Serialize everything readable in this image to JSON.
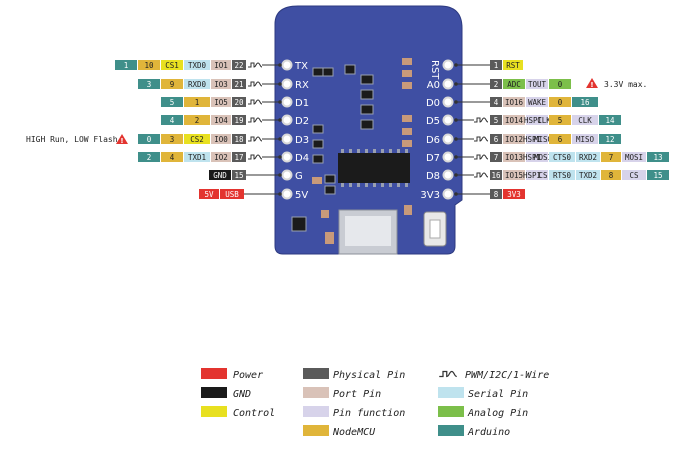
{
  "colors": {
    "power": "#e3342f",
    "gnd": "#1a1a1a",
    "control": "#e8e020",
    "physical_pin": "#5a5a5a",
    "port_pin": "#d9c2b8",
    "pin_function": "#d7d3ea",
    "nodemcu": "#e0b53a",
    "serial_pin": "#bfe3ee",
    "analog_pin": "#7cbf4a",
    "arduino": "#3f8f8a",
    "board": "#3f4fa3"
  },
  "board": {
    "left_pins": [
      "TX",
      "RX",
      "D1",
      "D2",
      "D3",
      "D4",
      "G",
      "5V"
    ],
    "right_pins": [
      "RST",
      "A0",
      "D0",
      "D5",
      "D6",
      "D7",
      "D8",
      "3V3"
    ],
    "rst_vertical": "RST"
  },
  "left_labels": {
    "tx": [
      "1",
      "10",
      "CS1",
      "TXD0",
      "IO1",
      "22"
    ],
    "rx": [
      "3",
      "9",
      "RXD0",
      "IO3",
      "21"
    ],
    "d1": [
      "5",
      "1",
      "IO5",
      "20"
    ],
    "d2": [
      "4",
      "2",
      "IO4",
      "19"
    ],
    "d3": [
      "0",
      "3",
      "CS2",
      "IO0",
      "18"
    ],
    "d4": [
      "2",
      "4",
      "TXD1",
      "IO2",
      "17"
    ],
    "g": [
      "GND",
      "15"
    ],
    "v5": [
      "5V",
      "USB"
    ]
  },
  "right_labels": {
    "rst": [
      "1",
      "RST"
    ],
    "a0": [
      "2",
      "ADC",
      "TOUT",
      "0"
    ],
    "d0": [
      "4",
      "IO16",
      "WAKE",
      "0",
      "16"
    ],
    "d5": [
      "5",
      "IO14",
      "HSPI",
      "CLK",
      "5",
      "CLK",
      "14"
    ],
    "d6": [
      "6",
      "IO12",
      "HSPI",
      "MISO",
      "6",
      "MISO",
      "12"
    ],
    "d7": [
      "7",
      "IO13",
      "HSPI",
      "MOSI",
      "CTS0",
      "RXD2",
      "7",
      "MOSI",
      "13"
    ],
    "d8": [
      "16",
      "IO15",
      "HSPI",
      "CS",
      "RTS0",
      "TXD2",
      "8",
      "CS",
      "15"
    ],
    "v33": [
      "8",
      "3V3"
    ]
  },
  "notes": {
    "flash_note": "HIGH Run, LOW Flash",
    "max_note": "3.3V max."
  },
  "legend": [
    {
      "label": "Power",
      "swatch": "power"
    },
    {
      "label": "GND",
      "swatch": "gnd"
    },
    {
      "label": "Control",
      "swatch": "control"
    },
    {
      "label": "Physical Pin",
      "swatch": "physical_pin"
    },
    {
      "label": "Port Pin",
      "swatch": "port_pin"
    },
    {
      "label": "Pin function",
      "swatch": "pin_function"
    },
    {
      "label": "NodeMCU",
      "swatch": "nodemcu"
    },
    {
      "label": "PWM/I2C/1-Wire",
      "swatch": "wave"
    },
    {
      "label": "Serial Pin",
      "swatch": "serial_pin"
    },
    {
      "label": "Analog Pin",
      "swatch": "analog_pin"
    },
    {
      "label": "Arduino",
      "swatch": "arduino"
    }
  ]
}
